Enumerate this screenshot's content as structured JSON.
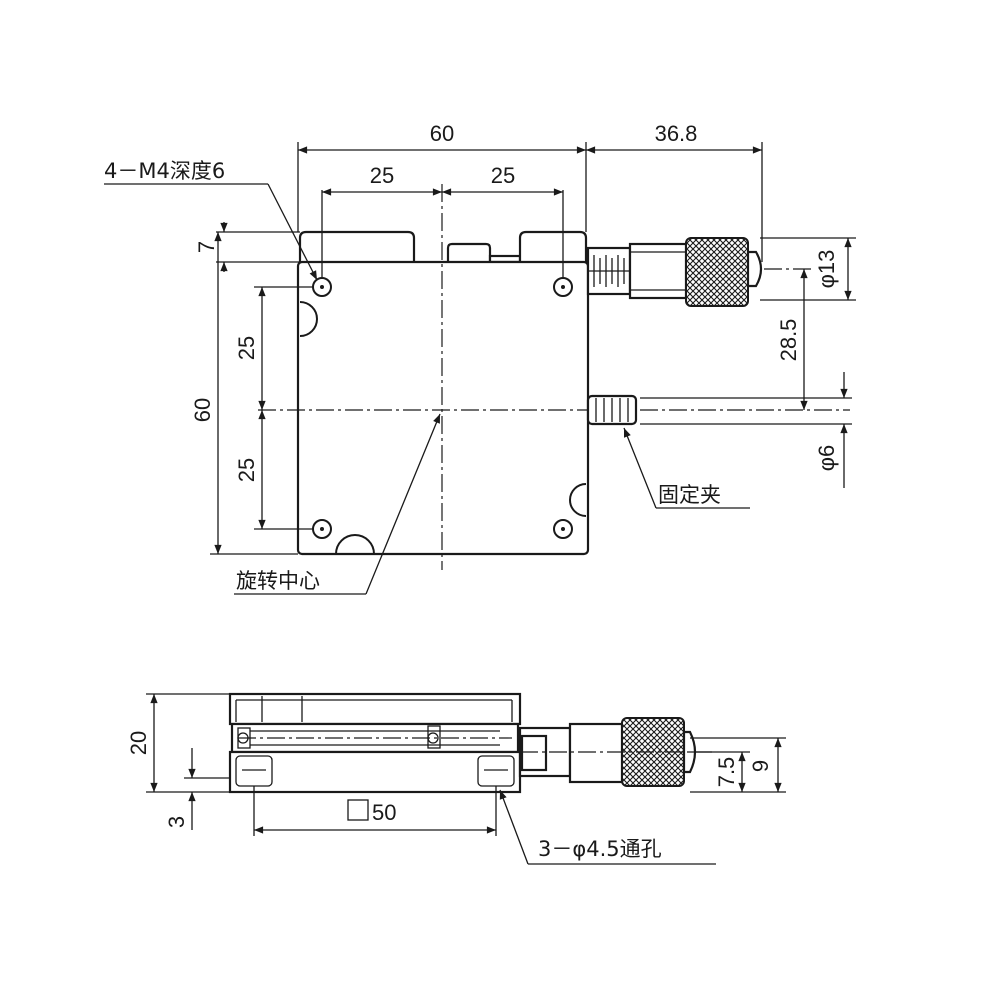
{
  "top_view": {
    "dim_width": "60",
    "dim_micrometer": "36.8",
    "dim_half_left": "25",
    "dim_half_right": "25",
    "dim_top_offset": "7",
    "dim_height": "60",
    "dim_vert_upper": "25",
    "dim_vert_lower": "25",
    "dim_phi13": "φ13",
    "dim_285": "28.5",
    "dim_phi6": "φ6",
    "label_holes": "4－M4深度6",
    "label_clamp": "固定夹",
    "label_rotation_center": "旋转中心"
  },
  "side_view": {
    "dim_height": "20",
    "dim_base": "3",
    "dim_square": "50",
    "dim_75": "7.5",
    "dim_9": "9",
    "label_through_holes": "3－φ4.5通孔"
  },
  "colors": {
    "line": "#1a1a1a",
    "background": "#ffffff"
  }
}
